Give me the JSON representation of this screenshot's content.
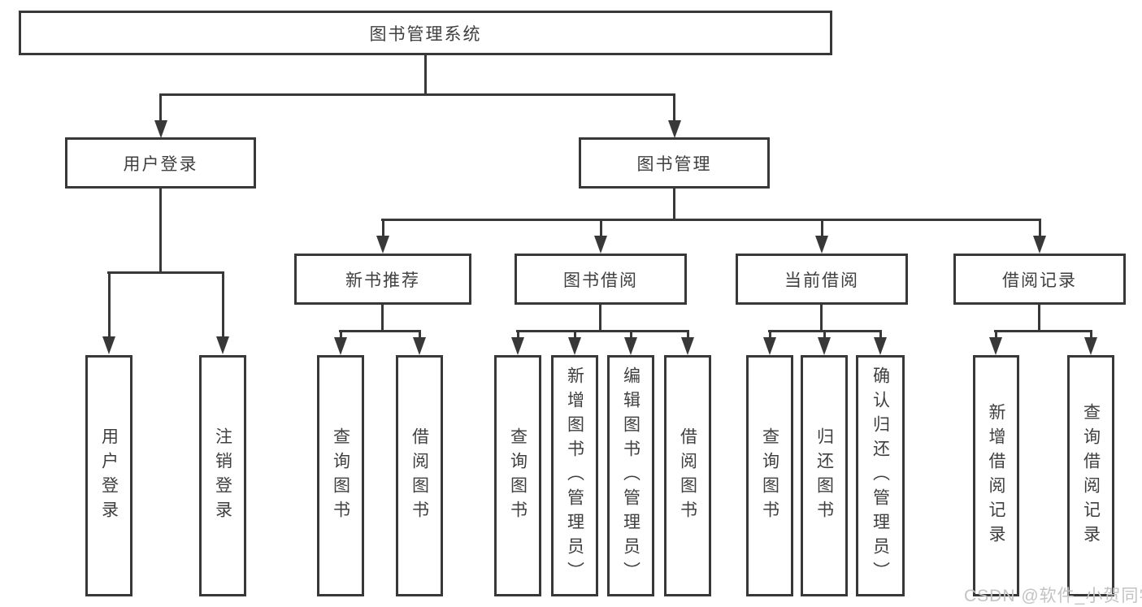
{
  "nodes": {
    "root": "图书管理系统",
    "user_login": "用户登录",
    "book_mgmt": "图书管理",
    "new_books": "新书推荐",
    "book_borrow": "图书借阅",
    "current_borrow": "当前借阅",
    "borrow_records": "借阅记录"
  },
  "leaves": {
    "user_login": [
      "用户登录",
      "注销登录"
    ],
    "new_books": [
      "查询图书",
      "借阅图书"
    ],
    "book_borrow": [
      "查询图书",
      "新增图书（管理员）",
      "编辑图书（管理员）",
      "借阅图书"
    ],
    "current_borrow": [
      "查询图书",
      "归还图书",
      "确认归还（管理员）"
    ],
    "borrow_records": [
      "新增借阅记录",
      "查询借阅记录"
    ]
  },
  "watermark": "CSDN @软件_小贺同学",
  "colors": {
    "line": "#383838",
    "text": "#3f3f3f",
    "watermark": "#c3c3c3",
    "background": "#ffffff"
  }
}
